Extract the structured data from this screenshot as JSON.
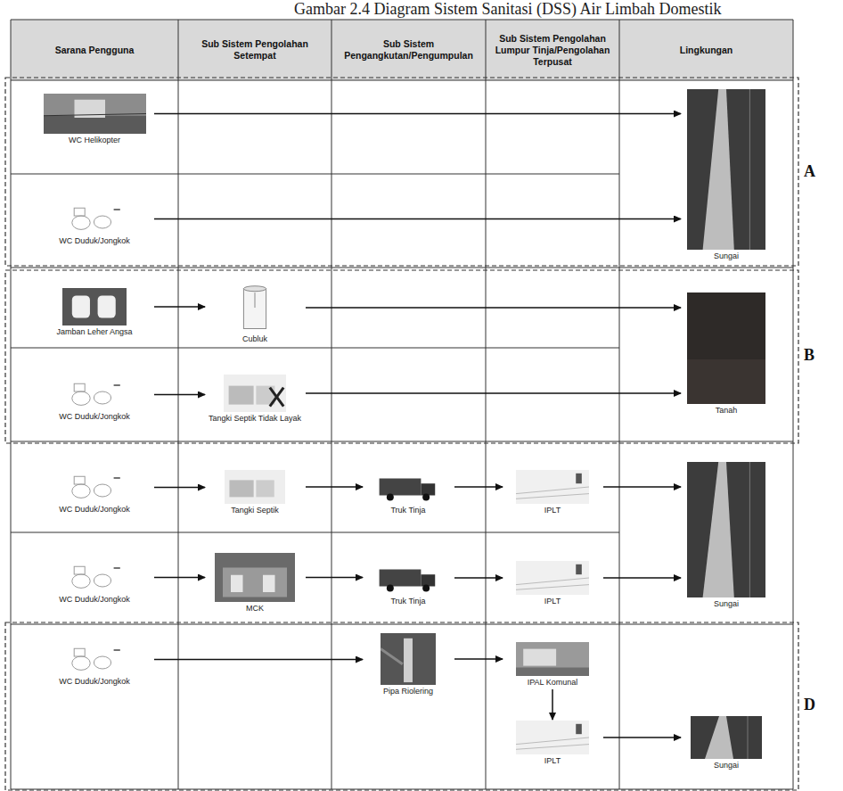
{
  "diagram": {
    "title": "Gambar 2.4 Diagram Sistem Sanitasi (DSS) Air Limbah Domestik",
    "nodes": [
      {
        "text": [
          "WC Helikopter"
        ]
      },
      {
        "text": [
          "Sungai"
        ]
      },
      {
        "text": [
          "WC Duduk/Jongkok"
        ]
      },
      {
        "text": [
          "Jamban Leher Angsa"
        ]
      },
      {
        "text": [
          "Cubluk"
        ]
      },
      {
        "text": [
          "Tanah"
        ]
      },
      {
        "text": [
          "WC Duduk/Jongkok"
        ]
      },
      {
        "text": [
          "Tangki Septik Tidak Layak"
        ]
      },
      {
        "text": [
          "WC Duduk/Jongkok"
        ]
      },
      {
        "text": [
          "Tangki Septik"
        ]
      },
      {
        "text": [
          "Truk Tinja"
        ]
      },
      {
        "text": [
          "IPLT"
        ]
      },
      {
        "text": [
          "Sungai"
        ]
      },
      {
        "text": [
          "WC Duduk/Jongkok"
        ]
      },
      {
        "text": [
          "MCK"
        ]
      },
      {
        "text": [
          "Truk Tinja"
        ]
      },
      {
        "text": [
          "IPLT"
        ]
      },
      {
        "text": [
          "WC Duduk/Jongkok"
        ]
      },
      {
        "text": [
          "Pipa Riolering"
        ]
      },
      {
        "text": [
          "IPAL Komunal"
        ]
      },
      {
        "text": [
          "IPLT"
        ]
      },
      {
        "text": [
          "Sungai"
        ]
      }
    ],
    "edges": [
      {
        "from": 0,
        "to": 1,
        "arrow": "to"
      },
      {
        "from": 2,
        "to": 1,
        "arrow": "to"
      },
      {
        "from": 3,
        "to": 4,
        "arrow": "to"
      },
      {
        "from": 4,
        "to": 5,
        "arrow": "to"
      },
      {
        "from": 6,
        "to": 7,
        "arrow": "to"
      },
      {
        "from": 7,
        "to": 5,
        "arrow": "to"
      },
      {
        "from": 8,
        "to": 9,
        "arrow": "to"
      },
      {
        "from": 9,
        "to": 10,
        "arrow": "to"
      },
      {
        "from": 10,
        "to": 11,
        "arrow": "to"
      },
      {
        "from": 11,
        "to": 12,
        "arrow": "to"
      },
      {
        "from": 13,
        "to": 14,
        "arrow": "to"
      },
      {
        "from": 14,
        "to": 15,
        "arrow": "to"
      },
      {
        "from": 15,
        "to": 16,
        "arrow": "to"
      },
      {
        "from": 16,
        "to": 12,
        "arrow": "to"
      },
      {
        "from": 17,
        "to": 18,
        "arrow": "to"
      },
      {
        "from": 18,
        "to": 19,
        "arrow": "to"
      },
      {
        "from": 19,
        "to": 20,
        "arrow": "to"
      },
      {
        "from": 20,
        "to": 21,
        "arrow": "to"
      }
    ],
    "labels": [
      "Sarana Pengguna",
      "Sub Sistem Pengolahan Setempat",
      "Sub Sistem Pengangkutan/Pengumpulan",
      "Sub Sistem Pengolahan Lumpur Tinja/Pengolahan Terpusat",
      "Lingkungan",
      "A",
      "B",
      "D"
    ]
  }
}
